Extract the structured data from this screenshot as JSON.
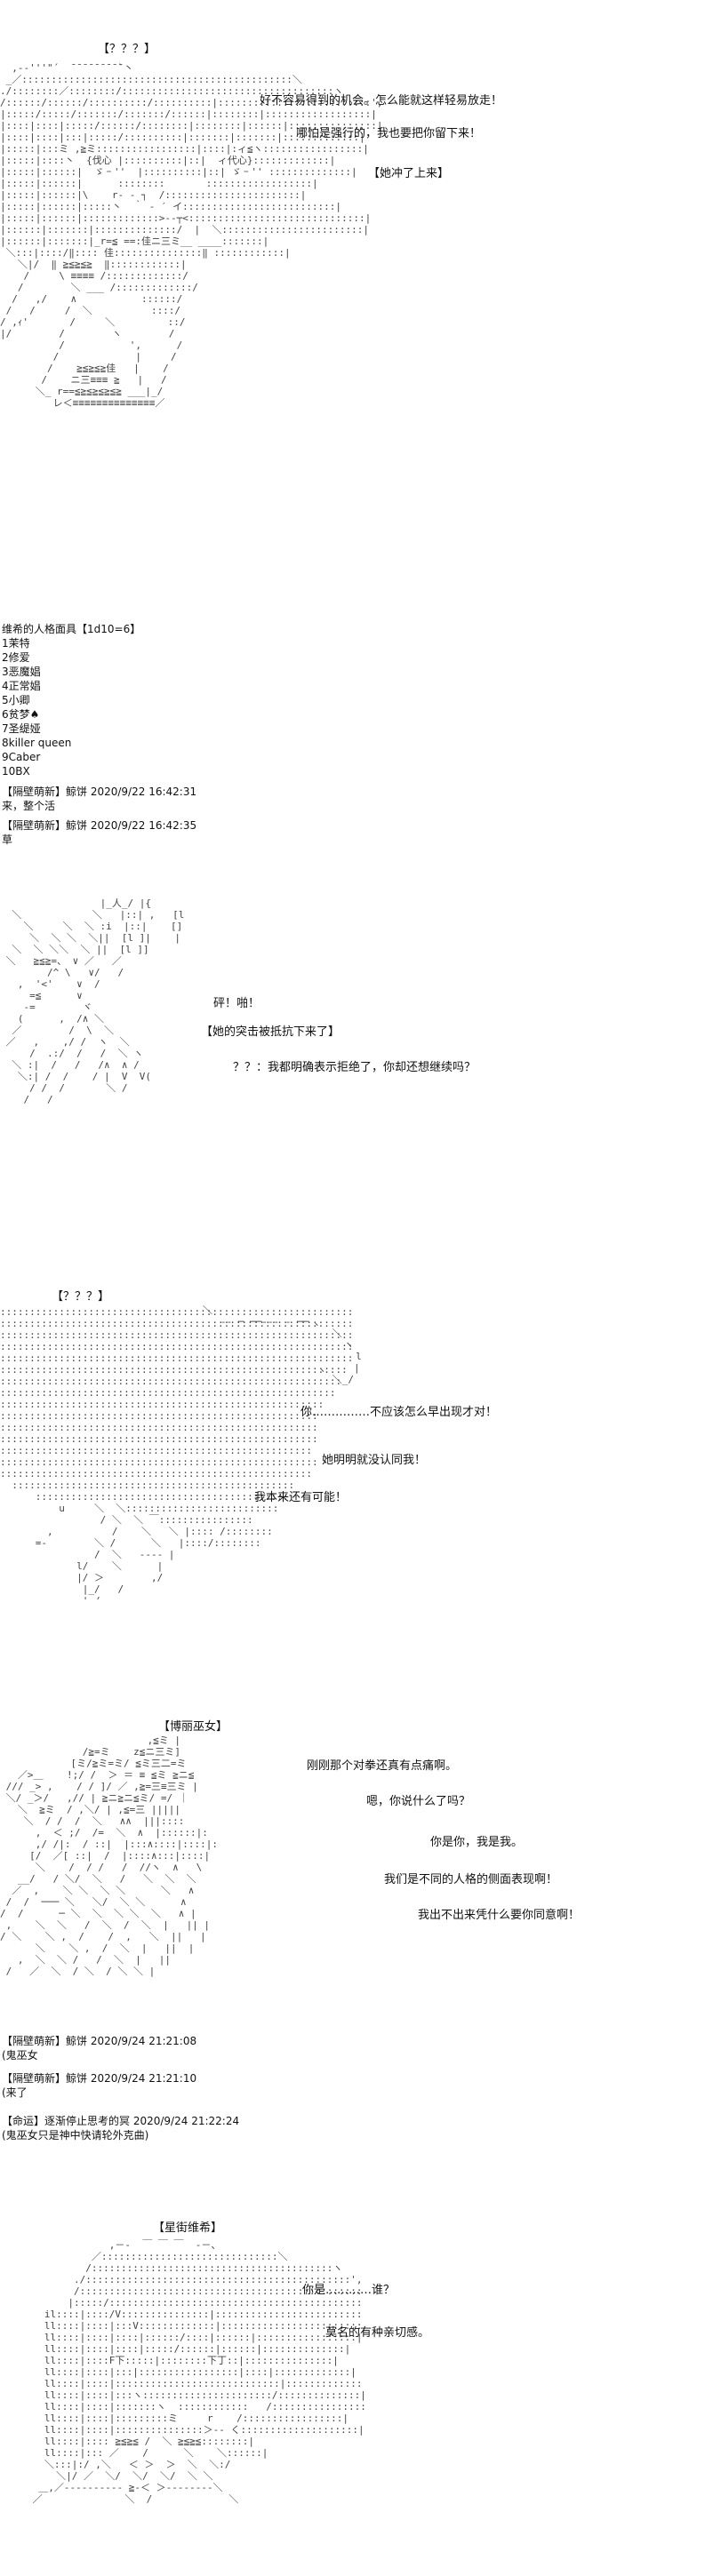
{
  "scene1": {
    "speaker": "【？？？】",
    "line1": "好不容易得到的机会。怎么能就这样轻易放走！",
    "line2": "哪怕是强行的，我也要把你留下来！",
    "action": "【她冲了上来】"
  },
  "persona_roll": {
    "title": "维希的人格面具【1d10=6】",
    "items": [
      "1茉特",
      "2修爱",
      "3恶魔娼",
      "4正常娼",
      "5小卿",
      "6贫梦♠",
      "7圣缇娅",
      "8killer queen",
      "9Caber",
      "10BX"
    ]
  },
  "comments1": [
    {
      "author": "【隔壁萌新】鲸饼",
      "timestamp": "2020/9/22 16:42:31",
      "text": "来，整个活"
    },
    {
      "author": "【隔壁萌新】鲸饼",
      "timestamp": "2020/9/22 16:42:35",
      "text": "草"
    }
  ],
  "scene2": {
    "sfx": "砰！啪！",
    "action": "【她的突击被抵抗下来了】",
    "line1": "？？：我都明确表示拒绝了，你却还想继续吗？"
  },
  "scene3": {
    "speaker": "【？？？】",
    "line1": "你……………不应该怎么早出现才对！",
    "line2": "她明明就没认同我！",
    "line3": "我本来还有可能！"
  },
  "scene4": {
    "speaker": "【博丽巫女】",
    "line1": "刚刚那个对拳还真有点痛啊。",
    "line2": "嗯，你说什么了吗？",
    "line3": "你是你，我是我。",
    "line4": "我们是不同的人格的侧面表现啊！",
    "line5": "我出不出来凭什么要你同意啊！"
  },
  "comments2": [
    {
      "author": "【隔壁萌新】鲸饼",
      "timestamp": "2020/9/24 21:21:08",
      "text": "(鬼巫女"
    },
    {
      "author": "【隔壁萌新】鲸饼",
      "timestamp": "2020/9/24 21:21:10",
      "text": "(来了"
    },
    {
      "author": "【命运】逐渐停止思考的冥",
      "timestamp": "2020/9/24 21:22:24",
      "text": "(鬼巫女只是神中快请轮外克曲)"
    }
  ],
  "scene5": {
    "speaker": "【星街维希】",
    "line1": "你是…………谁？",
    "line2": "莫名的有种亲切感。"
  }
}
